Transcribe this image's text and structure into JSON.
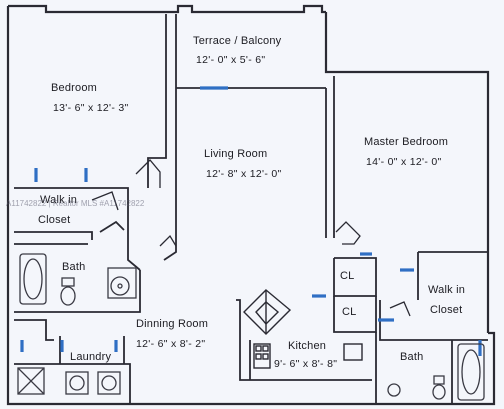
{
  "plan": {
    "colors": {
      "background": "#f4f6fb",
      "wall": "#2a2a33",
      "window": "#2f6fc4",
      "fixture": "#3a3a44"
    },
    "watermark": "A11742822 | Realtor MLS #A11742822",
    "rooms": {
      "terrace": {
        "name": "Terrace / Balcony",
        "dims": "12'- 0\" x 5'- 6\""
      },
      "bedroom": {
        "name": "Bedroom",
        "dims": "13'- 6\" x 12'- 3\""
      },
      "living": {
        "name": "Living Room",
        "dims": "12'- 8\" x 12'- 0\""
      },
      "master": {
        "name": "Master Bedroom",
        "dims": "14'- 0\" x 12'- 0\""
      },
      "walkin_left": {
        "name_line1": "Walk in",
        "name_line2": "Closet"
      },
      "walkin_right": {
        "name_line1": "Walk in",
        "name_line2": "Closet"
      },
      "bath_left": {
        "name": "Bath"
      },
      "bath_right": {
        "name": "Bath"
      },
      "cl_upper": {
        "name": "CL"
      },
      "cl_lower": {
        "name": "CL"
      },
      "dining": {
        "name": "Dinning Room",
        "dims": "12'- 6\" x 8'- 2\""
      },
      "kitchen": {
        "name": "Kitchen",
        "dims": "9'- 6\" x 8'- 8\""
      },
      "laundry": {
        "name": "Laundry"
      }
    }
  }
}
